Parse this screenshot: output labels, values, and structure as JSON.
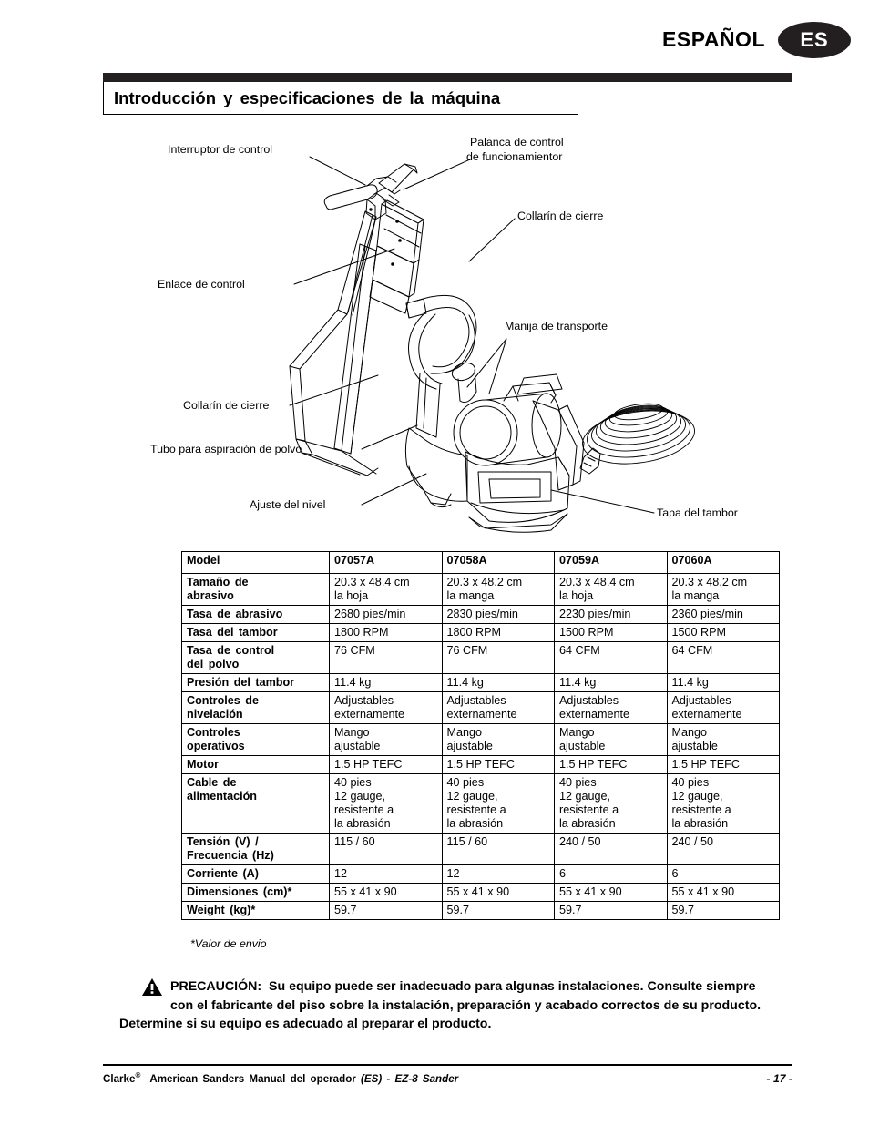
{
  "header": {
    "language_name": "ESPAÑOL",
    "language_badge": "ES"
  },
  "section": {
    "title": "Introducción y especificaciones de la máquina"
  },
  "diagram": {
    "callouts": [
      {
        "id": "control-switch",
        "label": "Interruptor de control"
      },
      {
        "id": "operating-lever-1",
        "label": "Palanca de control"
      },
      {
        "id": "operating-lever-2",
        "label": "de funcionamientor"
      },
      {
        "id": "locking-collar-top",
        "label": "Collarín de cierre"
      },
      {
        "id": "control-linkage",
        "label": "Enlace de control"
      },
      {
        "id": "carry-handle",
        "label": "Manija de transporte"
      },
      {
        "id": "locking-collar-low",
        "label": "Collarín de cierre"
      },
      {
        "id": "dust-tube",
        "label": "Tubo para aspiración de polvo"
      },
      {
        "id": "level-adjust",
        "label": "Ajuste del nivel"
      },
      {
        "id": "drum-cover",
        "label": "Tapa del tambor"
      }
    ]
  },
  "spec_table": {
    "rows": [
      {
        "label": "Model",
        "values": [
          "07057A",
          "07058A",
          "07059A",
          "07060A"
        ],
        "header": true
      },
      {
        "label": "Tamaño de\nabrasivo",
        "values": [
          "20.3 x 48.4 cm\nla hoja",
          "20.3 x 48.2 cm\nla manga",
          "20.3 x 48.4 cm\nla hoja",
          "20.3 x 48.2 cm\nla manga"
        ]
      },
      {
        "label": "Tasa de abrasivo",
        "values": [
          "2680 pies/min",
          "2830 pies/min",
          "2230 pies/min",
          "2360 pies/min"
        ]
      },
      {
        "label": "Tasa del tambor",
        "values": [
          "1800 RPM",
          "1800 RPM",
          "1500 RPM",
          "1500 RPM"
        ]
      },
      {
        "label": "Tasa de control\ndel polvo",
        "values": [
          "76 CFM",
          "76 CFM",
          "64 CFM",
          "64 CFM"
        ]
      },
      {
        "label": "Presión del tambor",
        "values": [
          "11.4 kg",
          "11.4 kg",
          "11.4 kg",
          "11.4 kg"
        ]
      },
      {
        "label": "Controles de\nnivelación",
        "values": [
          "Adjustables\nexternamente",
          "Adjustables\nexternamente",
          "Adjustables\nexternamente",
          "Adjustables\nexternamente"
        ]
      },
      {
        "label": "Controles\noperativos",
        "values": [
          "Mango\najustable",
          "Mango\najustable",
          "Mango\najustable",
          "Mango\najustable"
        ]
      },
      {
        "label": "Motor",
        "values": [
          "1.5 HP TEFC",
          "1.5 HP TEFC",
          "1.5 HP TEFC",
          "1.5 HP TEFC"
        ]
      },
      {
        "label": "Cable de\nalimentación",
        "values": [
          "40 pies\n12 gauge,\nresistente a\nla abrasión",
          "40 pies\n12 gauge,\nresistente a\nla abrasión",
          "40 pies\n12 gauge,\nresistente a\nla abrasión",
          "40 pies\n12 gauge,\nresistente a\nla abrasión"
        ]
      },
      {
        "label": "Tensión (V) /\nFrecuencia (Hz)",
        "values": [
          "115 / 60",
          "115 / 60",
          "240 / 50",
          "240 / 50"
        ]
      },
      {
        "label": "Corriente (A)",
        "values": [
          "12",
          "12",
          "6",
          "6"
        ]
      },
      {
        "label": "Dimensiones (cm)*",
        "values": [
          "55 x 41 x 90",
          "55 x 41 x 90",
          "55 x 41 x 90",
          "55 x 41 x 90"
        ]
      },
      {
        "label": "Weight (kg)*",
        "values": [
          "59.7",
          "59.7",
          "59.7",
          "59.7"
        ]
      }
    ]
  },
  "footnote": "*Valor de envio",
  "caution": {
    "keyword": "PRECAUCIÓN:",
    "body": "Su equipo puede ser inadecuado para algunas instalaciones.  Consulte siempre con el fabricante del piso sobre la instalación, preparación y acabado correctos de su producto.  Determine si su equipo es adecuado al preparar el producto."
  },
  "footer": {
    "brand": "Clarke",
    "registered": "®",
    "line": "American Sanders  Manual del operador",
    "italic_part": "(ES) - EZ-8 Sander",
    "page": "- 17 -"
  },
  "colors": {
    "ink": "#000000",
    "badge_bg": "#231f20"
  }
}
